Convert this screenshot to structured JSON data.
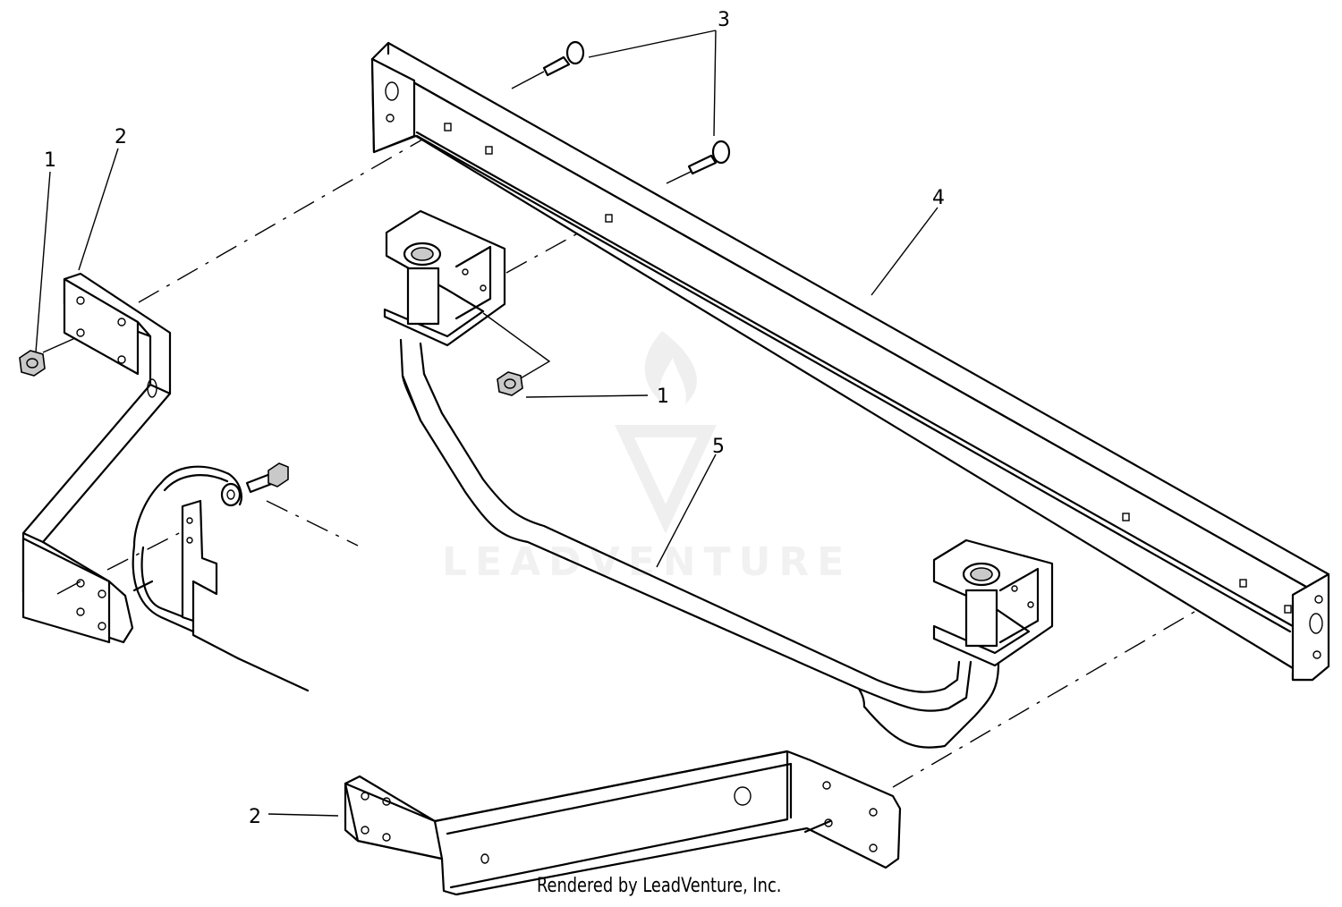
{
  "diagram": {
    "callouts": {
      "c1a": "1",
      "c2a": "2",
      "c3": "3",
      "c4": "4",
      "c1b": "1",
      "c5": "5",
      "c2b": "2"
    },
    "watermark": "LEADVENTURE",
    "footer": "Rendered by LeadVenture, Inc."
  }
}
